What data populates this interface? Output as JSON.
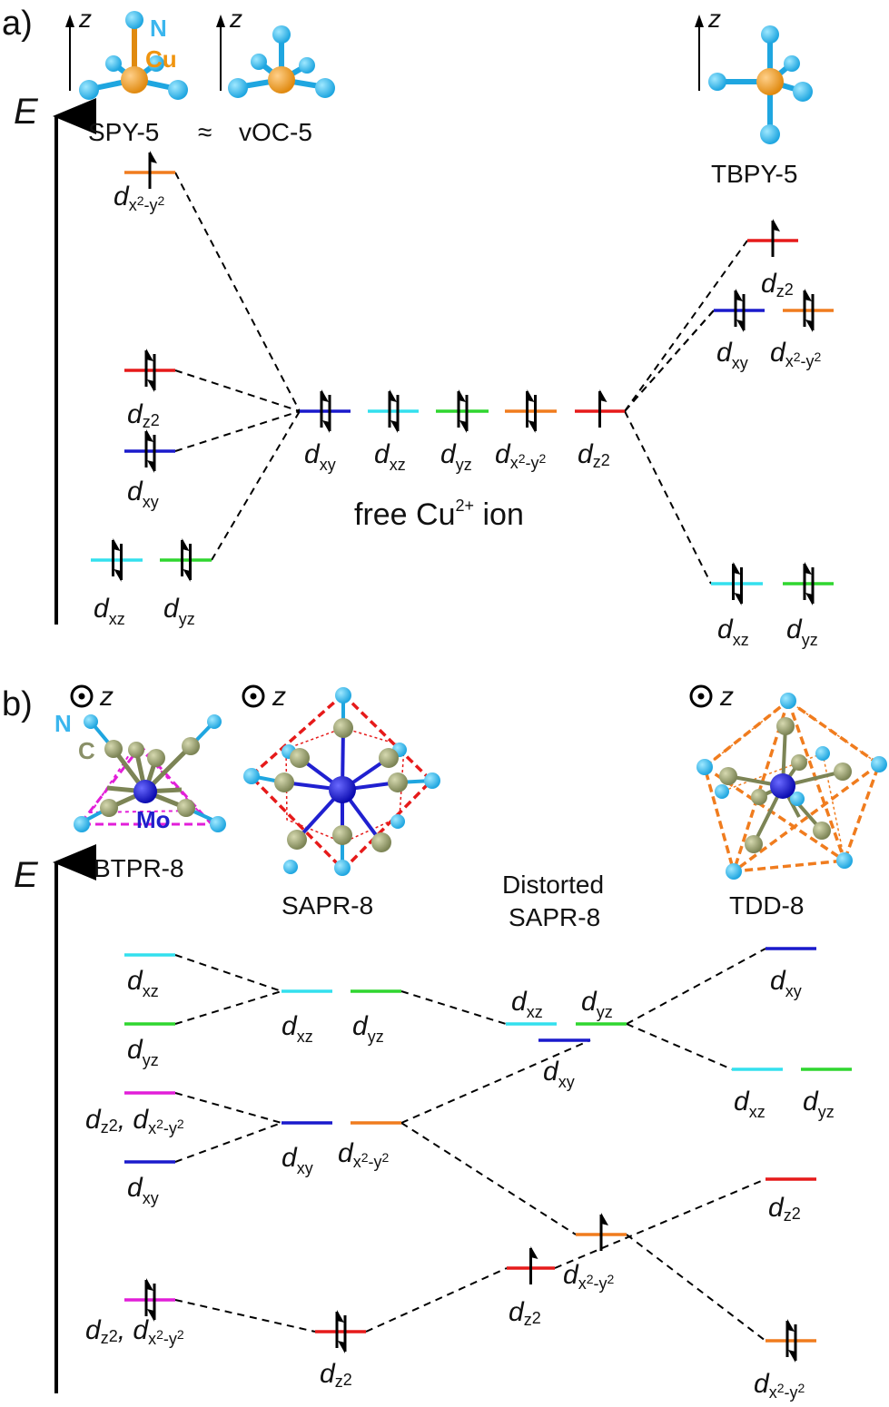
{
  "panel_a": {
    "label": "a)",
    "axis_label": "E",
    "structures": {
      "spy": {
        "name": "SPY-5",
        "axis": "z",
        "atom_labels": [
          "N",
          "Cu"
        ]
      },
      "approx": "≈",
      "voc": {
        "name": "vOC-5",
        "axis": "z"
      },
      "tbpy": {
        "name": "TBPY-5",
        "axis": "z"
      }
    },
    "free_ion_text": "free Cu",
    "free_ion_charge": "2+",
    "free_ion_suffix": " ion",
    "colors": {
      "xy": "#1a1acc",
      "xz": "#33e0ee",
      "yz": "#2fd62f",
      "x2y2": "#f07c1e",
      "z2": "#e61a1a"
    }
  },
  "panel_b": {
    "label": "b)",
    "axis_label": "E",
    "structures": {
      "btpr": {
        "name": "BTPR-8",
        "axis": "z",
        "atom_labels": [
          "N",
          "C",
          "Mo"
        ]
      },
      "sapr": {
        "name": "SAPR-8",
        "axis": "z"
      },
      "dsapr": {
        "name_line1": "Distorted",
        "name_line2": "SAPR-8"
      },
      "tdd": {
        "name": "TDD-8",
        "axis": "z"
      }
    },
    "colors": {
      "xy": "#1a1acc",
      "xz": "#33e0ee",
      "yz": "#2fd62f",
      "x2y2": "#f07c1e",
      "z2": "#e61a1a",
      "combined": "#e21ed8"
    }
  },
  "orbital_letters": {
    "d": "d",
    "xy": "xy",
    "xz": "xz",
    "yz": "yz",
    "z": "z",
    "x": "x",
    "y": "y",
    "sq": "2",
    "minus": "-",
    "comma": ","
  }
}
